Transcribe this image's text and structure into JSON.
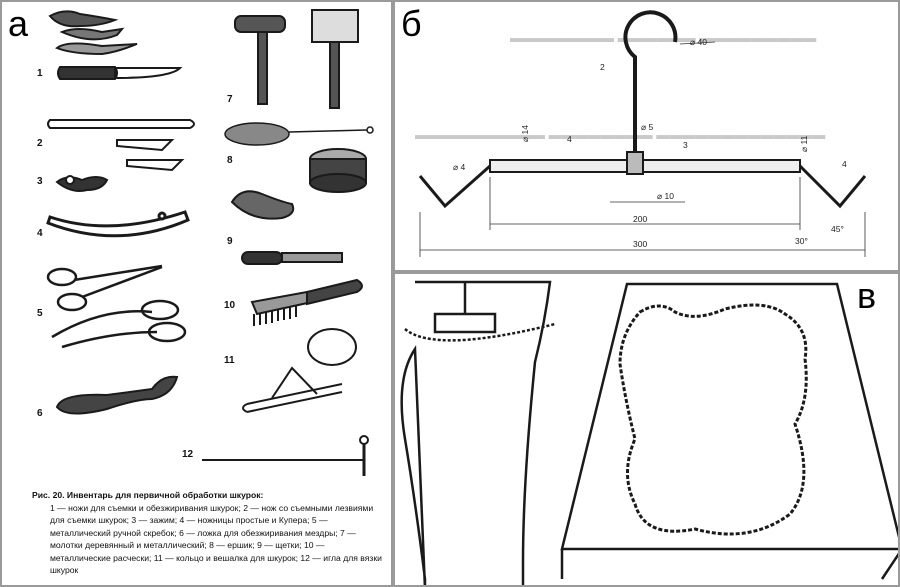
{
  "panels": {
    "a": {
      "label": "а",
      "numbers": [
        "1",
        "2",
        "3",
        "4",
        "5",
        "6",
        "7",
        "8",
        "9",
        "10",
        "11",
        "12"
      ],
      "caption_title": "Рис. 20. Инвентарь для первичной обработки шкурок:",
      "caption_body": "1 — ножи для съемки и обезжиривания шкурок; 2 — нож со съемными лезвиями для съемки шкурок; 3 — зажим; 4 — ножницы простые и Купера; 5 — металлический ручной скребок; 6 — ложка для обезжиривания мездры; 7 — молотки деревянный и металлический; 8 — ершик; 9 — щетки; 10 — металлические расчески; 11 — кольцо и вешалка для шкурок; 12 — игла для вязки шкурок"
    },
    "b": {
      "label": "б",
      "dimensions": {
        "d40": "⌀ 40",
        "d14": "⌀ 14",
        "d5": "⌀ 5",
        "d11": "⌀ 11",
        "d4": "⌀ 4",
        "d10": "⌀ 10",
        "w200": "200",
        "w300": "300",
        "a30": "30°",
        "a45": "45°"
      },
      "callouts": [
        "2",
        "3",
        "4",
        "4"
      ]
    },
    "v": {
      "label": "в"
    }
  },
  "colors": {
    "ink": "#1a1a1a",
    "border": "#9a9a9a",
    "paper": "#ffffff"
  }
}
